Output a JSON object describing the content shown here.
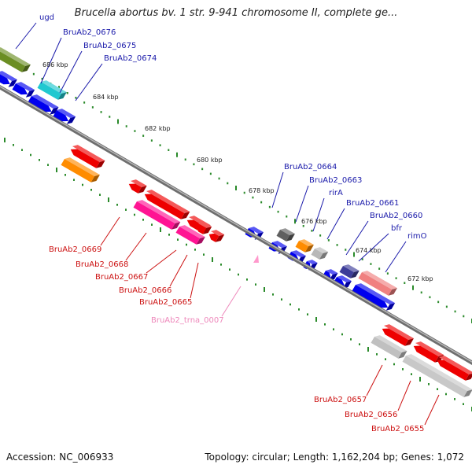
{
  "title": "Brucella abortus bv. 1 str. 9-941 chromosome II, complete ge...",
  "footer": {
    "accession": "Accession: NC_006933",
    "topology": "Topology: circular; Length: 1,162,204 bp; Genes: 1,072"
  },
  "colors": {
    "backbone": "#808080",
    "forward_label": "#1a1aaa",
    "reverse_label": "#cc1111",
    "trna_label": "#ee88bb",
    "tick_mark": "#2a8a2a"
  },
  "ruler_ticks": [
    "686 kbp",
    "684 kbp",
    "682 kbp",
    "680 kbp",
    "678 kbp",
    "676 kbp",
    "674 kbp",
    "672 kbp"
  ],
  "forward_genes": [
    "ugd",
    "BruAb2_0676",
    "BruAb2_0675",
    "BruAb2_0674",
    "BruAb2_0664",
    "BruAb2_0663",
    "rirA",
    "BruAb2_0661",
    "BruAb2_0660",
    "bfr",
    "rimO"
  ],
  "reverse_genes": [
    "BruAb2_0669",
    "BruAb2_0668",
    "BruAb2_0667",
    "BruAb2_0666",
    "BruAb2_0665",
    "BruAb2_trna_0007",
    "BruAb2_0657",
    "BruAb2_0656",
    "BruAb2_0655"
  ]
}
